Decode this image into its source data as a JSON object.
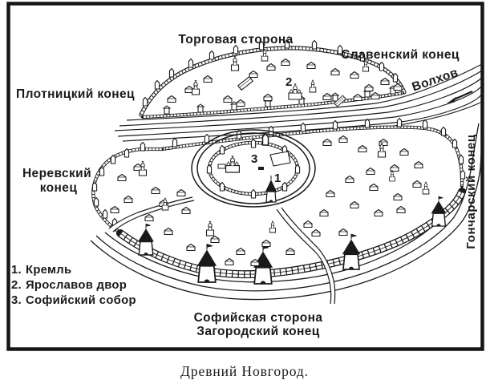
{
  "figure": {
    "caption": "Древний Новгород."
  },
  "map": {
    "side_labels": {
      "torgovaya": "Торговая сторона",
      "sofiyskaya": "Софийская сторона"
    },
    "district_labels": {
      "slavensky": "Славенский конец",
      "plotnitsky": "Плотницкий конец",
      "nerevsky_line1": "Неревский",
      "nerevsky_line2": "конец",
      "goncharsky": "Гончарский конец",
      "zagorodsky": "Загородский конец"
    },
    "river": {
      "name": "Волхов"
    },
    "markers": {
      "kremlin": "1",
      "yaroslav_court": "2",
      "sofia_cathedral": "3"
    }
  },
  "legend": {
    "items": [
      {
        "number": "1.",
        "name": "Кремль"
      },
      {
        "number": "2.",
        "name": "Ярославов двор"
      },
      {
        "number": "3.",
        "name": "Софийский собор"
      }
    ]
  },
  "colors": {
    "ink": "#1a1a1a",
    "paper": "#ffffff"
  }
}
